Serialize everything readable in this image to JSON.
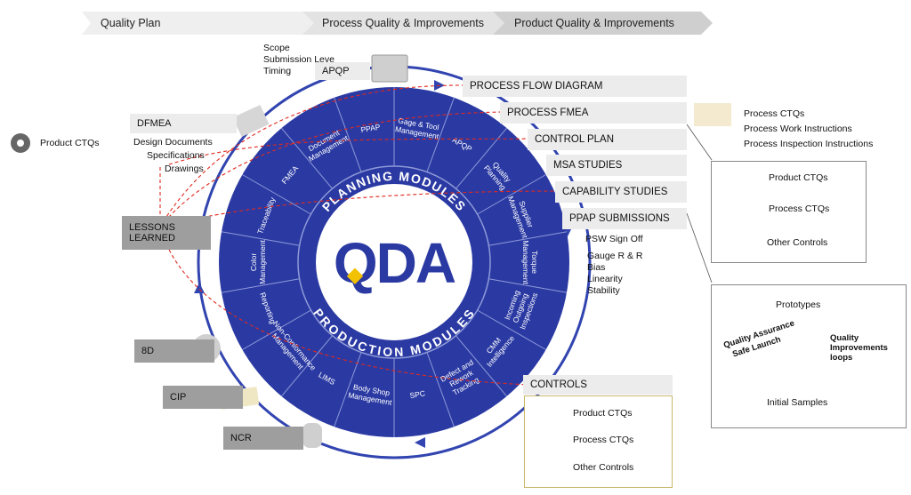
{
  "phases": [
    "Quality Plan",
    "Process Quality & Improvements",
    "Product Quality & Improvements"
  ],
  "apqp": {
    "label": "APQP",
    "scope_lines": [
      "Scope",
      "Submission Leve",
      "Timing"
    ]
  },
  "apqp_deliverables": [
    "PROCESS FLOW DIAGRAM",
    "PROCESS FMEA",
    "CONTROL PLAN",
    "MSA STUDIES",
    "CAPABILITY STUDIES",
    "PPAP SUBMISSIONS"
  ],
  "ppap_details": [
    "PSW Sign Off",
    "Gauge R & R",
    "Bias",
    "Linearity",
    "Stability"
  ],
  "left": {
    "product_ctqs": "Product CTQs",
    "dfmea": "DFMEA",
    "dfmea_items": [
      "Design Documents",
      "Specifications",
      "Drawings"
    ],
    "lessons_learned": [
      "LESSONS",
      "LEARNED"
    ],
    "boxes": [
      "8D",
      "CIP",
      "NCR"
    ]
  },
  "process_ctqs_list": [
    "Process CTQs",
    "Process Work Instructions",
    "Process Inspection  Instructions"
  ],
  "legend_panel": [
    "Product CTQs",
    "Process CTQs",
    "Other Controls"
  ],
  "launch_panel": {
    "prototypes": "Prototypes",
    "qa_lines": [
      "Quality Assurance",
      "Safe Launch"
    ],
    "improvement_lines": [
      "Quality",
      "Improvements",
      "loops"
    ],
    "initial_samples": "Initial Samples"
  },
  "controls": {
    "title": "CONTROLS",
    "items": [
      "Product CTQs",
      "Process CTQs",
      "Other Controls"
    ]
  },
  "wheel": {
    "center_logo": "QDA",
    "planning_label": "PLANNING MODULES",
    "production_label": "PRODUCTION MODULES",
    "segments": [
      "PPAP",
      "Gage & Tool Management",
      "APQP",
      "Quality Planning",
      "Supplier Management",
      "Torque Management",
      "Incoming Outgoing Inspections",
      "CMM Intelligence",
      "Defect and Rework Tracking",
      "SPC",
      "Body Shop Management",
      "LIMS",
      "Non-Conformance Management",
      "Reporting",
      "Color Management",
      "Traceability",
      "FMEA",
      "Document Management"
    ]
  },
  "colors": {
    "wheel_blue": "#2b3aa3",
    "wheel_dark": "#1e2a86",
    "accent_red": "#e0281e",
    "logo_yellow": "#f2c200",
    "arrow_blue": "#3144b0"
  }
}
